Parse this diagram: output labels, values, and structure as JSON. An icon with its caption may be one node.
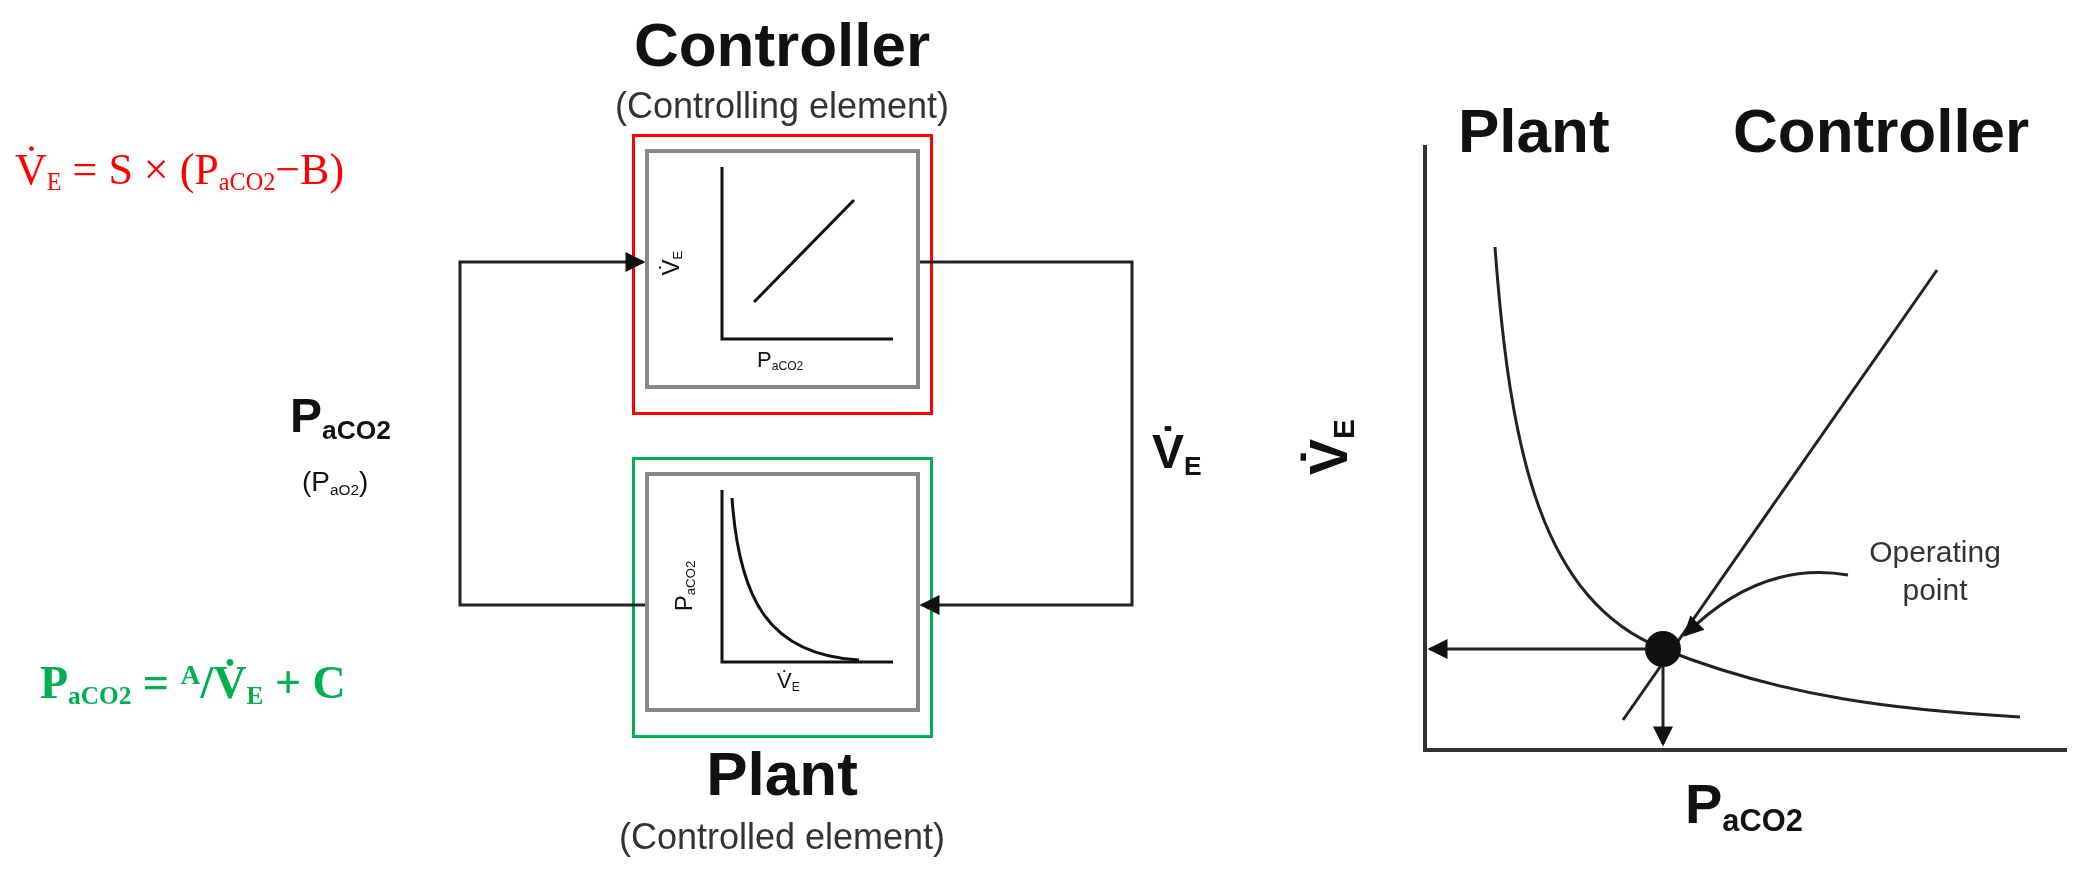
{
  "diagram": {
    "nodes": [
      {
        "text": [
          "Controller",
          "(Controlling element)"
        ]
      },
      {
        "text": [
          "V̇$_{E}$",
          "P$_{aCO2}$"
        ],
        "in": 0
      },
      {
        "text": [
          "Plant",
          "(Controlled element)"
        ]
      },
      {
        "text": [
          "P$_{aCO2}$",
          "V̇$_{E}$"
        ],
        "in": 2
      },
      {
        "text": [
          "Operating point"
        ]
      },
      {
        "text": [],
        "shape": "circle"
      }
    ],
    "edges": [
      {
        "from": 1,
        "to": 3,
        "arrow": "to",
        "label": "V̇$_{E}$"
      },
      {
        "from": 3,
        "to": 1,
        "arrow": "to",
        "label": "P$_{aCO2}$"
      },
      {
        "from": 4,
        "to": 5,
        "arrow": "to"
      },
      {
        "from": 5,
        "to": null,
        "arrow": "to"
      },
      {
        "from": 5,
        "to": null,
        "arrow": "to"
      }
    ],
    "labels": [
      "V̇$_{E}$ = S × (P$_{aCO2}$−B)",
      "P$_{aCO2}$ = $^{A}$/V̇$_{E}$ + C",
      "(P$_{aO2}$)",
      "Plant",
      "Controller",
      "V̇$_{E}$",
      "P$_{aCO2}$"
    ]
  }
}
